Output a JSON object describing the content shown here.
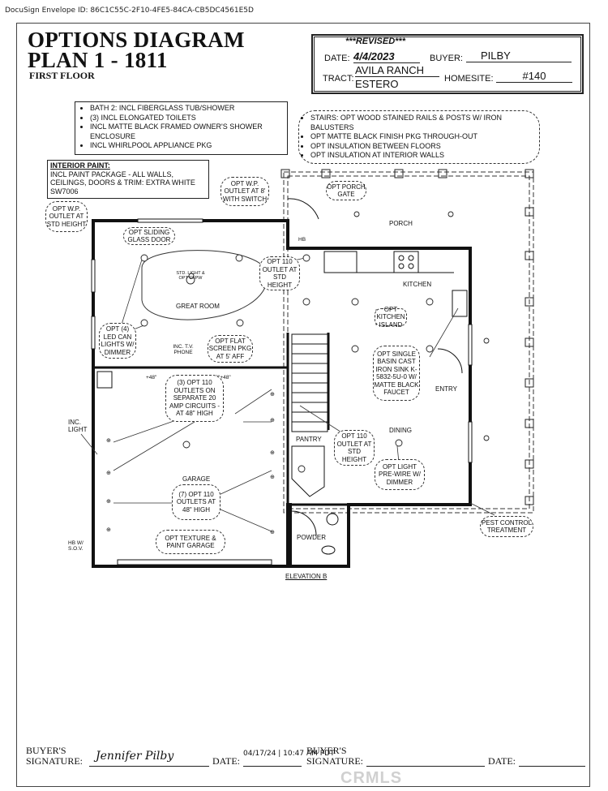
{
  "envelope_id": "DocuSign Envelope ID: 86C1C55C-2F10-4FE5-84CA-CB5DC4561E5D",
  "title": {
    "line1": "OPTIONS DIAGRAM",
    "line2": "PLAN 1 - 1811",
    "floor": "FIRST FLOOR"
  },
  "info": {
    "revised": "***REVISED***",
    "date_label": "DATE:",
    "date": "4/4/2023",
    "buyer_label": "BUYER:",
    "buyer": "PILBY",
    "tract_label": "TRACT:",
    "tract_line1": "AVILA RANCH",
    "tract_line2": "ESTERO",
    "homesite_label": "HOMESITE:",
    "homesite": "#140"
  },
  "notes": [
    "BATH 2: INCL FIBERGLASS TUB/SHOWER",
    "(3) INCL ELONGATED TOILETS",
    "INCL MATTE BLACK FRAMED OWNER'S SHOWER ENCLOSURE",
    "INCL WHIRLPOOL APPLIANCE PKG"
  ],
  "paint": {
    "heading": "INTERIOR PAINT:",
    "body": "INCL PAINT PACKAGE - ALL WALLS, CEILINGS, DOORS & TRIM: EXTRA WHITE SW7006"
  },
  "stairs_notes": [
    "STAIRS:  OPT WOOD STAINED RAILS & POSTS W/ IRON BALUSTERS",
    "OPT MATTE BLACK FINISH PKG THROUGH-OUT",
    "OPT INSULATION BETWEEN FLOORS",
    "OPT INSULATION AT INTERIOR WALLS"
  ],
  "callouts": {
    "wp_outlet_std": "OPT W.P. OUTLET AT STD HEIGHT",
    "wp_outlet_8": "OPT W.P. OUTLET AT 8' WITH SWITCH",
    "porch_gate": "OPT PORCH GATE",
    "sliding_door": "OPT SLIDING GLASS DOOR",
    "outlet_110_std_1": "OPT 110 OUTLET AT STD HEIGHT",
    "led_can": "OPT (4) LED CAN LIGHTS W/ DIMMER",
    "flat_screen": "OPT FLAT SCREEN PKG AT 5' AFF",
    "kitchen_island": "OPT KITCHEN ISLAND",
    "sink": "OPT SINGLE BASIN CAST IRON SINK K-5832-5U-0 W/ MATTE BLACK FAUCET",
    "outlets_20amp": "(3) OPT 110 OUTLETS ON SEPARATE 20 AMP CIRCUITS - AT 48\" HIGH",
    "outlets_7": "(7) OPT 110 OUTLETS AT 48\" HIGH",
    "outlet_110_std_2": "OPT 110 OUTLET AT STD HEIGHT",
    "light_prewire": "OPT LIGHT PRE-WIRE W/ DIMMER",
    "texture_paint": "OPT TEXTURE & PAINT GARAGE",
    "pest_control": "PEST CONTROL TREATMENT"
  },
  "rooms": {
    "porch": "PORCH",
    "kitchen": "KITCHEN",
    "great_room": "GREAT ROOM",
    "garage": "GARAGE",
    "pantry": "PANTRY",
    "dining": "DINING",
    "entry": "ENTRY",
    "powder": "POWDER",
    "elevation": "ELEVATION B",
    "inc_light": "INC. LIGHT",
    "inc_tv": "INC. T.V. PHONE",
    "hb_sov": "HB W/ S.O.V.",
    "hb": "HB",
    "std_light": "STD. LIGHT & OPT CFPW",
    "h48": "+48\"",
    "h48b": "+48\"+48\""
  },
  "footer": {
    "buyer1_label_1": "BUYER'S",
    "buyer1_label_2": "SIGNATURE:",
    "buyer1_sig": "Jennifer Pilby",
    "date1_label": "DATE:",
    "date1": "04/17/24 | 10:47 AM PDT",
    "buyer2_label_1": "BUYER'S",
    "buyer2_label_2": "SIGNATURE:",
    "date2_label": "DATE:",
    "watermark": "CRMLS"
  }
}
